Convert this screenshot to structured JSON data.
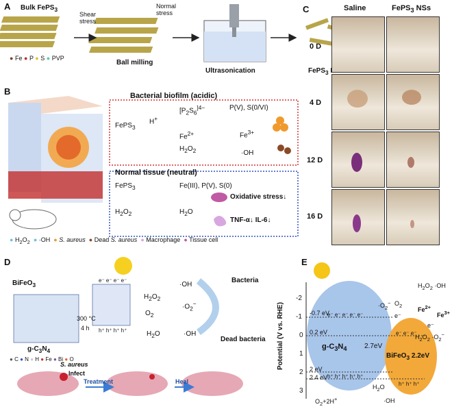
{
  "panels": {
    "a": {
      "label": "A",
      "bulk": "Bulk FePS",
      "bulk_sub": "3",
      "shear": "Shear",
      "shear2": "stress",
      "normal": "Normal",
      "normal2": "stress",
      "ball": "Ball milling",
      "ultra": "Ultrasonication",
      "nss": "FePS",
      "nss_sub": "3",
      "nss_tail": " NSs",
      "legend": [
        "Fe",
        "P",
        "S",
        "PVP"
      ],
      "colors": {
        "Fe": "#7b3f2a",
        "P": "#c8282d",
        "S": "#e0c030",
        "PVP": "#58c8b4"
      }
    },
    "b": {
      "label": "B",
      "biofilm_title": "Bacterial biofilm (acidic)",
      "feps3": "FePS",
      "feps3_sub": "3",
      "hplus": "H",
      "hplus_sup": "+",
      "p2s6": "[P",
      "p2s6_sub1": "2",
      "p2s6_mid": "S",
      "p2s6_sub2": "6",
      "p2s6_sup": "]4−",
      "pv_s": "P(V), S(0/VI)",
      "fe2": "Fe",
      "fe2_sup": "2+",
      "fe3": "Fe",
      "fe3_sup": "3+",
      "h2o2": "H",
      "h2o2_s1": "2",
      "h2o2_m": "O",
      "h2o2_s2": "2",
      "oh": "·OH",
      "normal_title": "Normal tissue (neutral)",
      "feps3_b": "FePS",
      "feps3_b_sub": "3",
      "fe3_products": "Fe(III), P(V), S(0)",
      "h2o2_b": "H",
      "h2o2_b_s1": "2",
      "h2o2_b_m": "O",
      "h2o2_b_s2": "2",
      "h2o": "H",
      "h2o_sub": "2",
      "h2o_tail": "O",
      "ox_stress": "Oxidative stress↓",
      "tnf": "TNF-α↓ IL-6↓",
      "legend": {
        "h2o2": "H",
        "h2o2_s1": "2",
        "h2o2_m": "O",
        "h2o2_s2": "2",
        "oh": "·OH",
        "sa": "S. aureus",
        "dead": "Dead",
        "dead_sa": "S. aureus",
        "macro": "Macrophage",
        "tissue": "Tissue cell"
      }
    },
    "c": {
      "label": "C",
      "col1": "Saline",
      "col2": "FePS",
      "col2_sub": "3",
      "col2_tail": " NSs",
      "rows": [
        "0 D",
        "4 D",
        "12 D",
        "16 D"
      ]
    },
    "d": {
      "label": "D",
      "bifeo3": "BiFeO",
      "bifeo3_sub": "3",
      "gcn": "g-C",
      "gcn_sub": "3",
      "gcn_mid": "N",
      "gcn_sub2": "4",
      "temp": "300 °C",
      "time": "4 h",
      "electrons": "e⁻ e⁻ e⁻ e⁻",
      "holes": "h⁺ h⁺ h⁺ h⁺",
      "h2o2": "H",
      "h2o2_s1": "2",
      "h2o2_m": "O",
      "h2o2_s2": "2",
      "oh1": "·OH",
      "o2": "O",
      "o2_sub": "2",
      "o2rad": "·O",
      "o2rad_sub": "2",
      "o2rad_sup": "−",
      "h2o": "H",
      "h2o_sub": "2",
      "h2o_tail": "O",
      "oh2": "·OH",
      "bacteria": "Bacteria",
      "dead_bacteria": "Dead bacteria",
      "elements": [
        "C",
        "N",
        "H",
        "Fe",
        "Bi",
        "O"
      ],
      "sa": "S. aureus",
      "infect": "Infect",
      "treatment": "Treatment",
      "heal": "Heal"
    },
    "e": {
      "label": "E",
      "yaxis": "Potential (V vs. RHE)",
      "ticks": [
        "-2",
        "-1",
        "0",
        "1",
        "2",
        "3"
      ],
      "cb_gcn": "-0.7 eV",
      "cb_bfo": "0.2 eV",
      "vb_gcn": "2 eV",
      "vb_bfo": "2.4 eV",
      "gcn": "g-C",
      "gcn_sub": "3",
      "gcn_mid": "N",
      "gcn_sub2": "4",
      "gcn_gap": "2.7eV",
      "bfo": "BiFeO",
      "bfo_sub": "3",
      "bfo_gap": "2.2eV",
      "electrons_g": "e⁻ e⁻ e⁻ e⁻ e⁻",
      "holes_g": "h⁺ h⁺ h⁺ h⁺ h⁺",
      "electrons_b": "e⁻ e⁻ e⁻",
      "holes_b": "h⁺ h⁺ h⁺",
      "o2rad": "·O",
      "o2rad_sub": "2",
      "o2rad_sup": "−",
      "o2": "O",
      "o2_sub": "2",
      "eminus": "e⁻",
      "h2o2_oh": "H",
      "h2o2_oh_s1": "2",
      "h2o2_oh_m": "O",
      "h2o2_oh_s2": "2",
      "h2o2_oh_tail": "·OH",
      "fe2": "Fe",
      "fe2_sup": "2+",
      "fe3": "Fe",
      "fe3_sup": "3+",
      "emin2": "e⁻",
      "h2o2_o2": "H",
      "h2o2_o2_s1": "2",
      "h2o2_o2_m": "O",
      "h2o2_o2_s2": "2",
      "h2o2_o2_tail": "·O",
      "h2o2_o2_sub3": "2",
      "h2o2_o2_sup": "−",
      "h2o": "H",
      "h2o_sub": "2",
      "h2o_tail": "O",
      "o2h": "O",
      "o2h_sub": "2",
      "o2h_tail": "+2H",
      "o2h_sup": "+",
      "oh": "·OH"
    }
  }
}
